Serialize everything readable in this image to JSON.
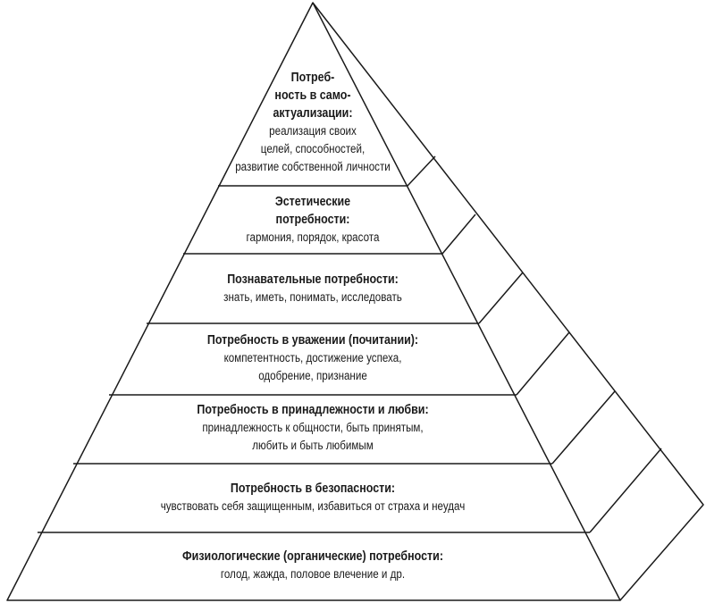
{
  "levels": [
    {
      "title_lines": [
        "Потреб-",
        "ность в само-",
        "актуализации:"
      ],
      "desc_lines": [
        "реализация своих",
        "целей, способностей,",
        "развитие собственной личности"
      ]
    },
    {
      "title_lines": [
        "Эстетические",
        "потребности:"
      ],
      "desc_lines": [
        "гармония, порядок, красота"
      ]
    },
    {
      "title_lines": [
        "Познавательные потребности:"
      ],
      "desc_lines": [
        "знать, иметь, понимать, исследовать"
      ]
    },
    {
      "title_lines": [
        "Потребность в уважении (почитании):"
      ],
      "desc_lines": [
        "компетентность, достижение успеха,",
        "одобрение, признание"
      ]
    },
    {
      "title_lines": [
        "Потребность в принадлежности и любви:"
      ],
      "desc_lines": [
        "принадлежность к общности, быть принятым,",
        "любить и быть любимым"
      ]
    },
    {
      "title_lines": [
        "Потребность в безопасности:"
      ],
      "desc_lines": [
        "чувствовать себя защищенным, избавиться от страха и неудач"
      ]
    },
    {
      "title_lines": [
        "Физиологические (органические) потребности:"
      ],
      "desc_lines": [
        "голод, жажда, половое влечение и др."
      ]
    }
  ]
}
